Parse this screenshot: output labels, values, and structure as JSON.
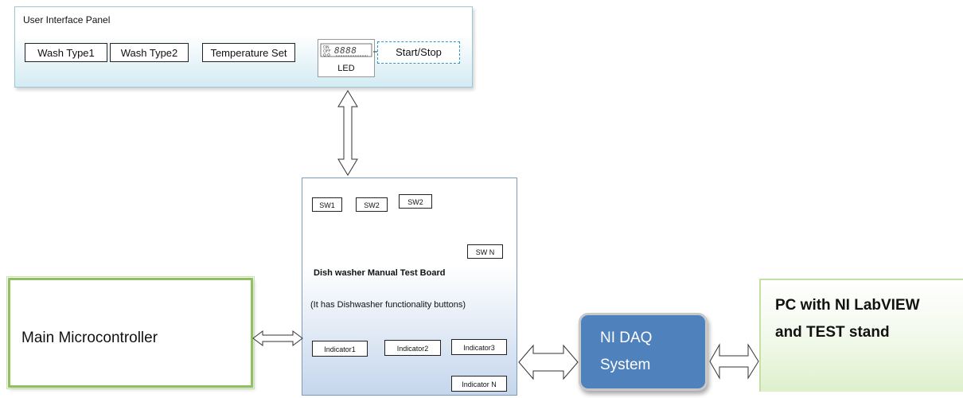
{
  "ui_panel": {
    "title": "User Interface Panel",
    "buttons": [
      "Wash Type1",
      "Wash Type2",
      "Temperature Set"
    ],
    "led_label": "LED",
    "start_stop": "Start/Stop"
  },
  "board": {
    "switches": [
      "SW1",
      "SW2",
      "SW2",
      "SW N"
    ],
    "title": "Dish washer Manual Test Board",
    "description": "(It has Dishwasher functionality buttons)",
    "indicators": [
      "Indicator1",
      "Indicator2",
      "Indicator3",
      "Indicator N"
    ]
  },
  "microcontroller": {
    "label": "Main Microcontroller"
  },
  "daq": {
    "line1": "NI DAQ",
    "line2": "System"
  },
  "pc": {
    "line1": "PC with NI LabVIEW",
    "line2": "and TEST stand"
  }
}
